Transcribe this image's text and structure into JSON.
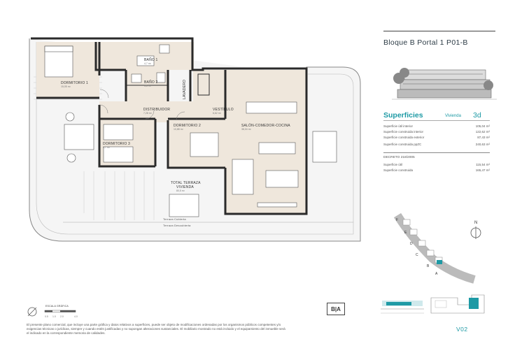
{
  "header": {
    "title": "Bloque B Portal 1 P01-B"
  },
  "superficies": {
    "title": "Superficies",
    "vivienda_label": "Vivienda",
    "vivienda_code": "3d",
    "rows": [
      {
        "label": "Superficie útil interior",
        "value": "105,04 m²"
      },
      {
        "label": "Superficie construida interior",
        "value": "122,62 m²"
      },
      {
        "label": "Superficie construida exterior",
        "value": "87,43 m²"
      },
      {
        "label": "Superficie construida ppZC",
        "value": "240,63 m²"
      }
    ],
    "decreto_title": "DECRETO 218/2005",
    "decreto_rows": [
      {
        "label": "Superficie útil",
        "value": "115,54 m²"
      },
      {
        "label": "Superficie construida",
        "value": "165,47 m²"
      }
    ]
  },
  "rooms": {
    "dormitorio1": {
      "label": "DORMITORIO 1",
      "area": "15,05 m²"
    },
    "bano1": {
      "label": "BAÑO 1",
      "area": "4,7 m²"
    },
    "bano2": {
      "label": "BAÑO 2",
      "area": "4,6 m²"
    },
    "lavadero": {
      "label": "LAVADERO"
    },
    "distribuidor": {
      "label": "DISTRIBUIDOR",
      "area": "7,28 m²"
    },
    "vestibulo": {
      "label": "VESTÍBULO",
      "area": "6,62 m²"
    },
    "salon": {
      "label": "SALÓN-COMEDOR-COCINA",
      "area": "38,04 m²"
    },
    "dormitorio2": {
      "label": "DORMITORIO 2",
      "area": "10,88 m²"
    },
    "dormitorio3": {
      "label": "DORMITORIO 3",
      "area": "9,7 m²"
    },
    "terraza_total": {
      "label": "TOTAL TERRAZA",
      "sublabel": "VIVIENDA",
      "area": "80,5 m²"
    },
    "terraza_cubierta": {
      "label": "Terraza Cubierta"
    },
    "terraza_descubierta": {
      "label": "Terraza Descubierta"
    }
  },
  "scale": {
    "label": "ESCALA GRÁFICA",
    "ticks": [
      "0.5",
      "1.0",
      "2.0",
      "4.0"
    ]
  },
  "compass": {
    "label": "N"
  },
  "keymap": {
    "letters": [
      "F",
      "E",
      "D",
      "C",
      "B",
      "A"
    ]
  },
  "energy": {
    "label": "B|A"
  },
  "footer": {
    "plan_code": "V02",
    "disclaimer_lines": [
      "El presente plano comercial, que incluye una parte gráfica y datos relativos a superficies, puede ser objeto de modificaciones ordenadas por los organismos públicos competentes y/o",
      "exigencias técnicas o jurídicas, siempre y cuando estén justificadas y no supongan alteraciones sustanciales. El mobiliario mostrado no está incluido y el equipamiento del inmueble será",
      "el indicado en la correspondiente memoria de calidades."
    ]
  },
  "colors": {
    "accent": "#1e9aa5",
    "room_fill": "#efe7dc",
    "wall": "#2a2a2a",
    "terrace": "#f4f4f4"
  }
}
